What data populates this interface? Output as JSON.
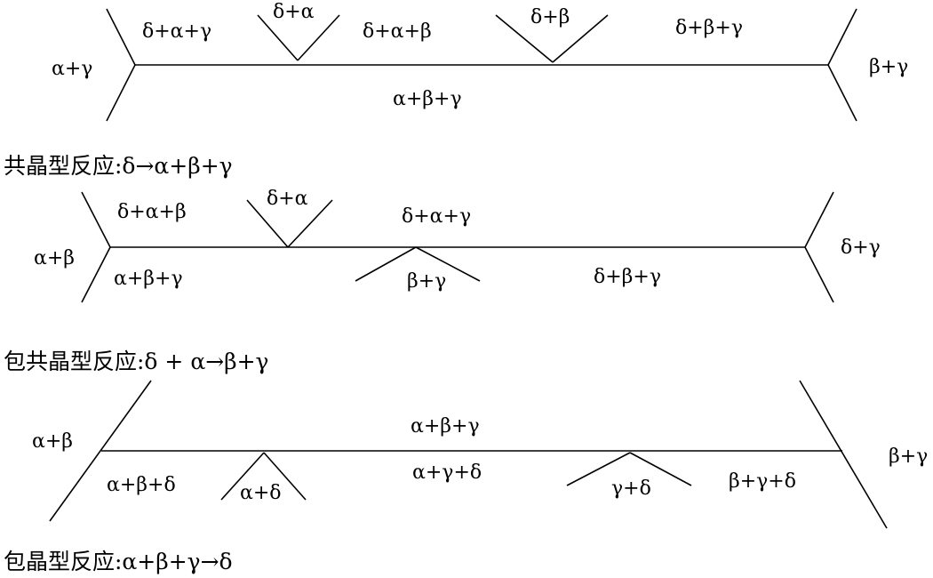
{
  "sections": [
    {
      "caption": "共晶型反应:δ→α+β+γ",
      "labels": {
        "top_left_outer": "α+γ",
        "top_left_region": "δ+α+γ",
        "top_small_v_1": "δ+α",
        "top_middle_region": "δ+α+β",
        "top_small_v_2": "δ+β",
        "top_right_region": "δ+β+γ",
        "right_outer": "β+γ",
        "bottom_region": "α+β+γ"
      }
    },
    {
      "caption": "包共晶型反应:δ + α→β+γ",
      "labels": {
        "left_outer": "α+β",
        "top_left_region": "δ+α+β",
        "top_small_v": "δ+α",
        "top_right_region": "δ+α+γ",
        "right_outer": "δ+γ",
        "bottom_left_region": "α+β+γ",
        "bottom_small_tent": "β+γ",
        "bottom_right_region": "δ+β+γ"
      }
    },
    {
      "caption": "包晶型反应:α+β+γ→δ",
      "labels": {
        "left_outer": "α+β",
        "top_region": "α+β+γ",
        "right_outer": "β+γ",
        "bottom_left_region": "α+β+δ",
        "bottom_small_tent_1": "α+δ",
        "bottom_middle_region": "α+γ+δ",
        "bottom_small_tent_2": "γ+δ",
        "bottom_right_region": "β+γ+δ"
      }
    }
  ]
}
